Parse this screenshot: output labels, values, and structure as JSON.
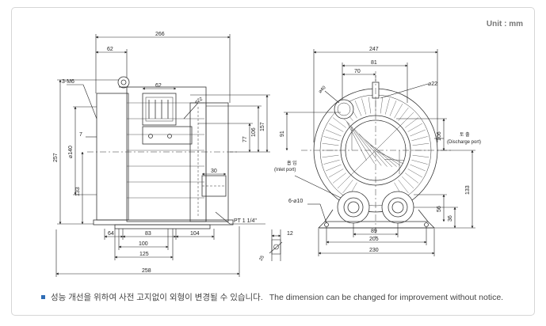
{
  "unit_label": "Unit : mm",
  "note": {
    "korean": "성능 개선을 위하여 사전 고지없이 외형이 변경될 수 있습니다.",
    "english": "The dimension can be changed for improvement without notice."
  },
  "side_view": {
    "dims": {
      "overall_length": "266",
      "base_length": "258",
      "motor_offset": "62",
      "box_width": "62",
      "bolt": "3-M6",
      "shaft_dia": "⌀22",
      "height_total": "257",
      "height_157": "157",
      "height_106": "106",
      "height_77": "77",
      "height_133": "133",
      "dia_140": "⌀140",
      "dim_7": "7",
      "dim_30": "30",
      "pipe": "PT 1 1/4\"",
      "base_64": "64",
      "base_83": "83",
      "base_104": "104",
      "base_100": "100",
      "base_125": "125"
    }
  },
  "front_view": {
    "dims": {
      "width_247": "247",
      "dim_81": "81",
      "dim_70": "70",
      "shaft_dia": "⌀22",
      "dia_40": "⌀40",
      "height_91": "91",
      "height_106": "106",
      "height_133": "133",
      "mount_holes": "6-⌀10",
      "dim_12": "12",
      "dim_25": "25",
      "dim_89": "89",
      "dim_205": "205",
      "dim_230": "230",
      "dim_56": "56",
      "dim_36": "36"
    },
    "inlet_label_ko": "흡 입",
    "inlet_label_en": "(Inlet port)",
    "discharge_label_ko": "토 출",
    "discharge_label_en": "(Discharge port)"
  }
}
